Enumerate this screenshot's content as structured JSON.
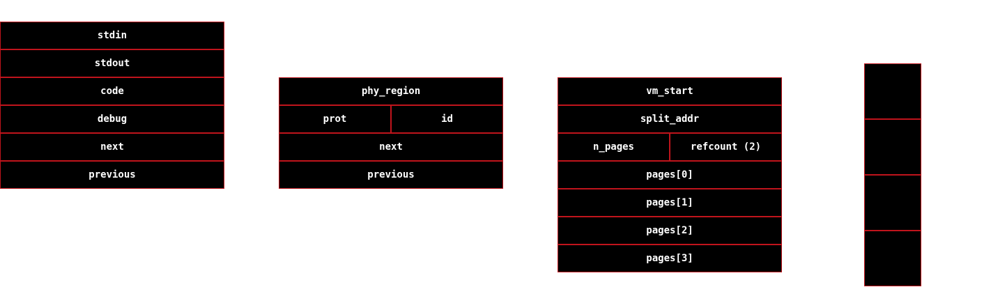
{
  "process_struct": {
    "rows": [
      [
        "stdin"
      ],
      [
        "stdout"
      ],
      [
        "code"
      ],
      [
        "debug"
      ],
      [
        "next"
      ],
      [
        "previous"
      ]
    ]
  },
  "region_struct": {
    "rows": [
      [
        "phy_region"
      ],
      [
        "prot",
        "id"
      ],
      [
        "next"
      ],
      [
        "previous"
      ]
    ]
  },
  "pages_struct": {
    "rows": [
      [
        "vm_start"
      ],
      [
        "split_addr"
      ],
      [
        "n_pages",
        "refcount (2)"
      ],
      [
        "pages[0]"
      ],
      [
        "pages[1]"
      ],
      [
        "pages[2]"
      ],
      [
        "pages[3]"
      ]
    ]
  },
  "stack_blocks": {
    "count": 4
  },
  "colors": {
    "cell_fill": "#000000",
    "cell_border": "#c0141c",
    "cell_text": "#ffffff",
    "background": "#ffffff"
  }
}
